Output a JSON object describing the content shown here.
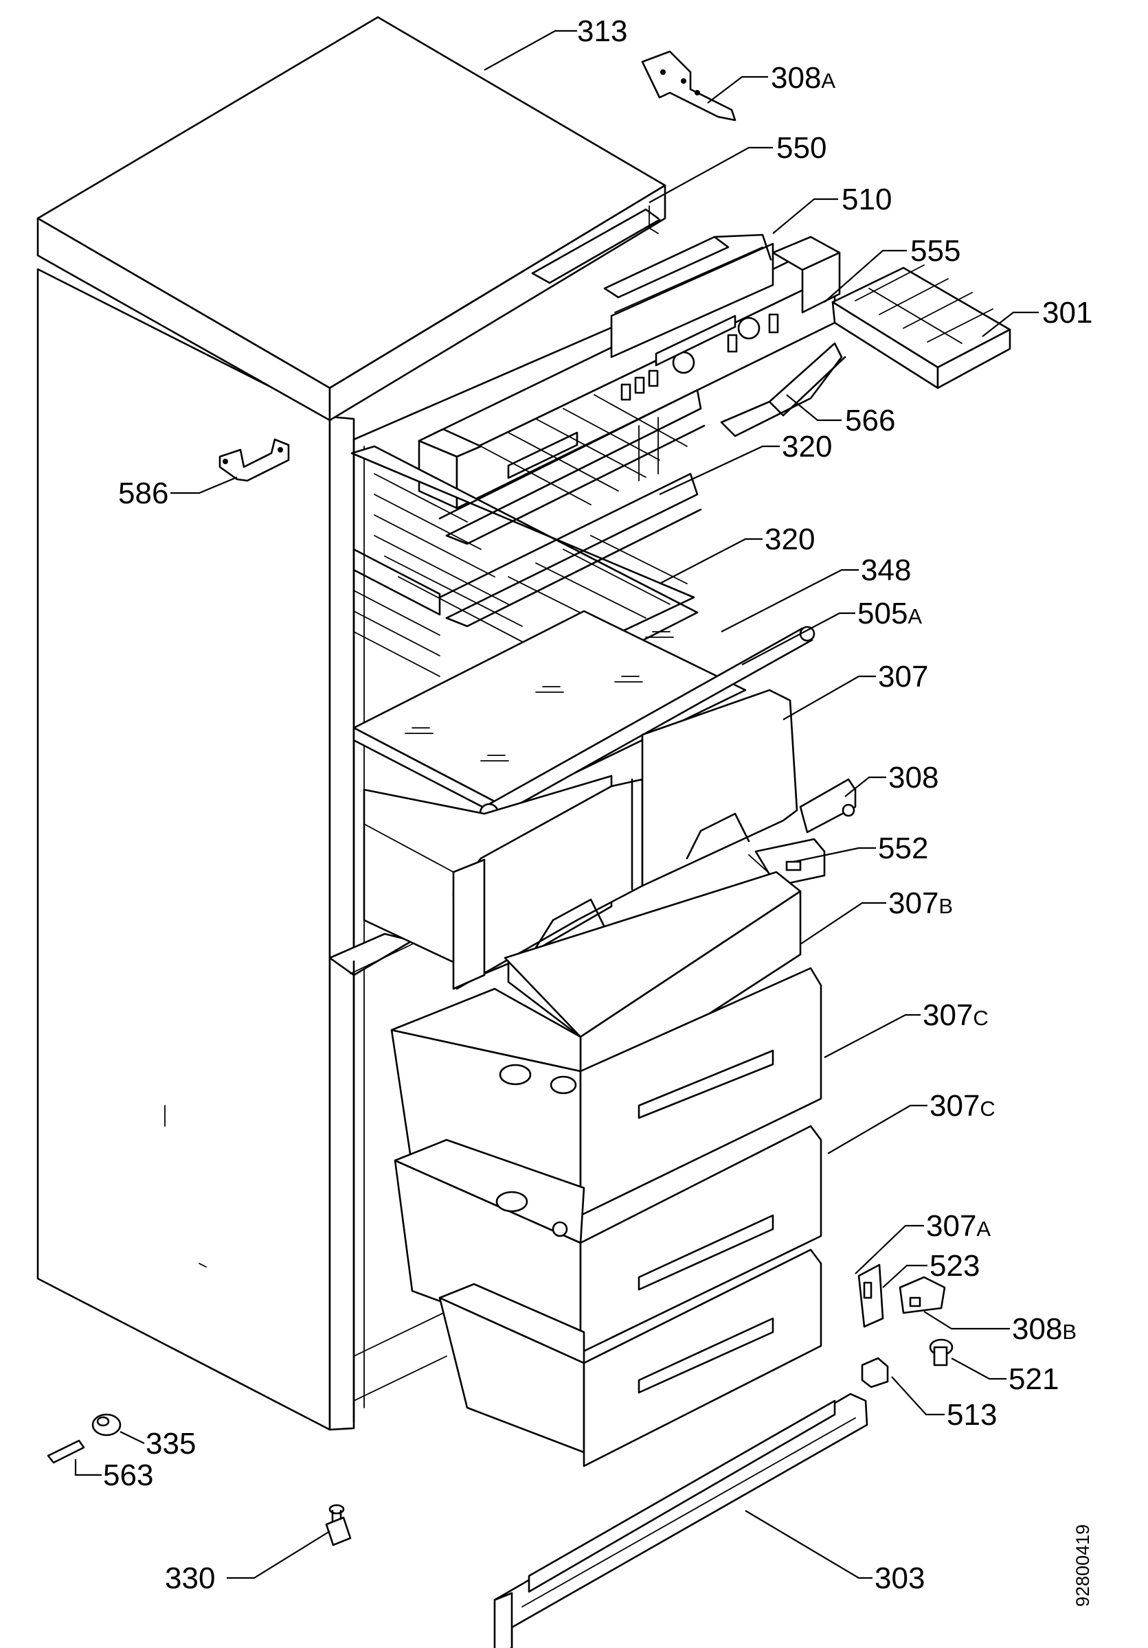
{
  "callouts": {
    "c313": {
      "num": "313",
      "suffix": ""
    },
    "c308a": {
      "num": "308",
      "suffix": "A"
    },
    "c550": {
      "num": "550",
      "suffix": ""
    },
    "c510": {
      "num": "510",
      "suffix": ""
    },
    "c555": {
      "num": "555",
      "suffix": ""
    },
    "c301": {
      "num": "301",
      "suffix": ""
    },
    "c566": {
      "num": "566",
      "suffix": ""
    },
    "c320a": {
      "num": "320",
      "suffix": ""
    },
    "c586": {
      "num": "586",
      "suffix": ""
    },
    "c320b": {
      "num": "320",
      "suffix": ""
    },
    "c348": {
      "num": "348",
      "suffix": ""
    },
    "c505a": {
      "num": "505",
      "suffix": "A"
    },
    "c307": {
      "num": "307",
      "suffix": ""
    },
    "c308": {
      "num": "308",
      "suffix": ""
    },
    "c552": {
      "num": "552",
      "suffix": ""
    },
    "c307b": {
      "num": "307",
      "suffix": "B"
    },
    "c307c1": {
      "num": "307",
      "suffix": "C"
    },
    "c307c2": {
      "num": "307",
      "suffix": "C"
    },
    "c307a": {
      "num": "307",
      "suffix": "A"
    },
    "c523": {
      "num": "523",
      "suffix": ""
    },
    "c308b": {
      "num": "308",
      "suffix": "B"
    },
    "c521": {
      "num": "521",
      "suffix": ""
    },
    "c513": {
      "num": "513",
      "suffix": ""
    },
    "c335": {
      "num": "335",
      "suffix": ""
    },
    "c563": {
      "num": "563",
      "suffix": ""
    },
    "c330": {
      "num": "330",
      "suffix": ""
    },
    "c303": {
      "num": "303",
      "suffix": ""
    }
  },
  "document_number": "92800419"
}
